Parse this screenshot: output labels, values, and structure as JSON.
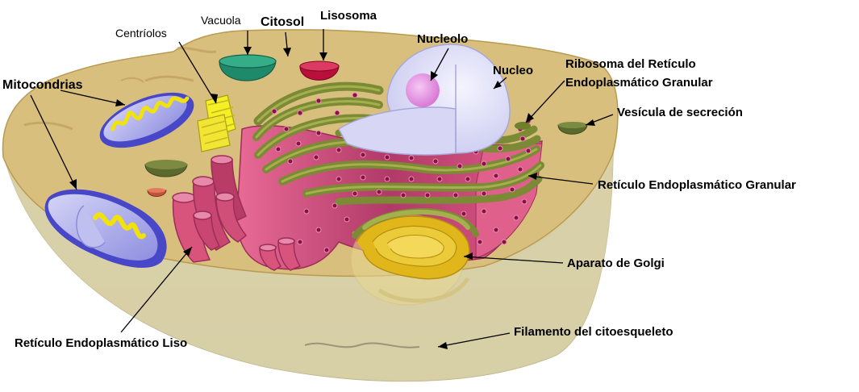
{
  "labels": {
    "centriolos": "Centríolos",
    "vacuola": "Vacuola",
    "citosol": "Citosol",
    "lisosoma": "Lisosoma",
    "nucleolo": "Nucleolo",
    "nucleo": "Nucleo",
    "ribosoma_line1": "Ribosoma del Retículo",
    "ribosoma_line2": "Endoplasmático Granular",
    "mitocondrias": "Mitocondrias",
    "vesicula": "Vesícula de secreción",
    "reticulo_granular": "Retículo Endoplasmático Granular",
    "aparato_golgi": "Aparato de Golgi",
    "reticulo_liso": "Retículo Endoplasmático Liso",
    "filamento": "Filamento del citoesqueleto"
  },
  "colors": {
    "cytoplasm": "#d9bf7e",
    "cell_body": "#d4ccaa",
    "rer_green": "#8f9b3f",
    "rer_pink": "#d9547d",
    "nucleus": "#e6e6fb",
    "nucleolus": "#e793e6",
    "mitochondria": "#4747c8",
    "golgi": "#e0b61a",
    "vacuole": "#1e8a6a",
    "lysosome": "#b8103a",
    "centriole": "#f5ef27",
    "vesicle": "#5a6a2e"
  }
}
